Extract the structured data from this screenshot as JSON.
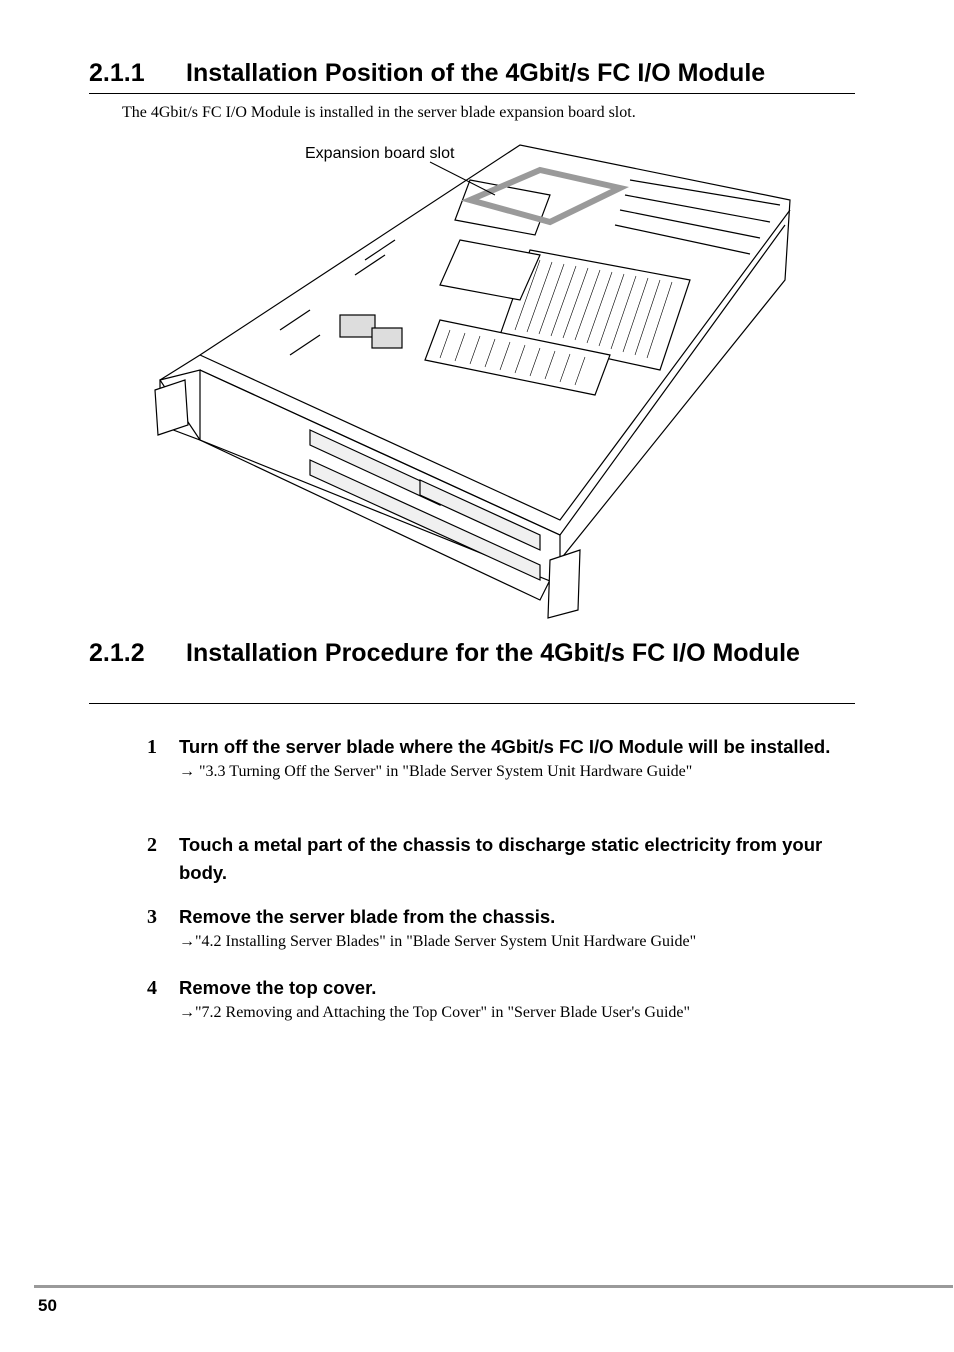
{
  "section1": {
    "number": "2.1.1",
    "title": "Installation Position of the 4Gbit/s FC I/O Module",
    "intro": "The 4Gbit/s FC I/O Module is installed in the server blade expansion board slot.",
    "figure_callout": "Expansion board slot"
  },
  "section2": {
    "number": "2.1.2",
    "title": "Installation Procedure for the 4Gbit/s FC I/O Module"
  },
  "steps": [
    {
      "num": "1",
      "text": "Turn off the server blade where the 4Gbit/s FC I/O Module will be installed.",
      "ref": "→ \"3.3 Turning Off the Server\" in \"Blade Server System Unit Hardware Guide\""
    },
    {
      "num": "2",
      "text": "Touch a metal part of the chassis to discharge static electricity from your body.",
      "ref": ""
    },
    {
      "num": "3",
      "text": "Remove the server blade from the chassis.",
      "ref": "→\"4.2 Installing Server Blades\" in \"Blade Server System Unit Hardware Guide\""
    },
    {
      "num": "4",
      "text": "Remove the top cover.",
      "ref": "→\"7.2 Removing and Attaching the Top Cover\" in \"Server Blade User's Guide\""
    }
  ],
  "footer": {
    "page_number": "50"
  }
}
